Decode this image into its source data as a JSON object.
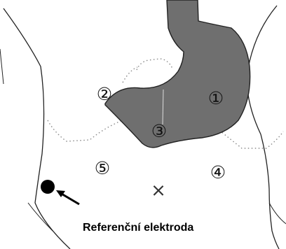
{
  "electrode_positions": [
    {
      "id": "1",
      "symbol": "①"
    },
    {
      "id": "2",
      "symbol": "②"
    },
    {
      "id": "3",
      "symbol": "③"
    },
    {
      "id": "4",
      "symbol": "④"
    },
    {
      "id": "5",
      "symbol": "⑤"
    }
  ],
  "navel_marker": "×",
  "reference_electrode": {
    "label": "Referenční elektroda"
  },
  "colors": {
    "stomach_fill": "#6f6f6f",
    "outline": "#222222",
    "ribs": "#8a8a8a"
  }
}
